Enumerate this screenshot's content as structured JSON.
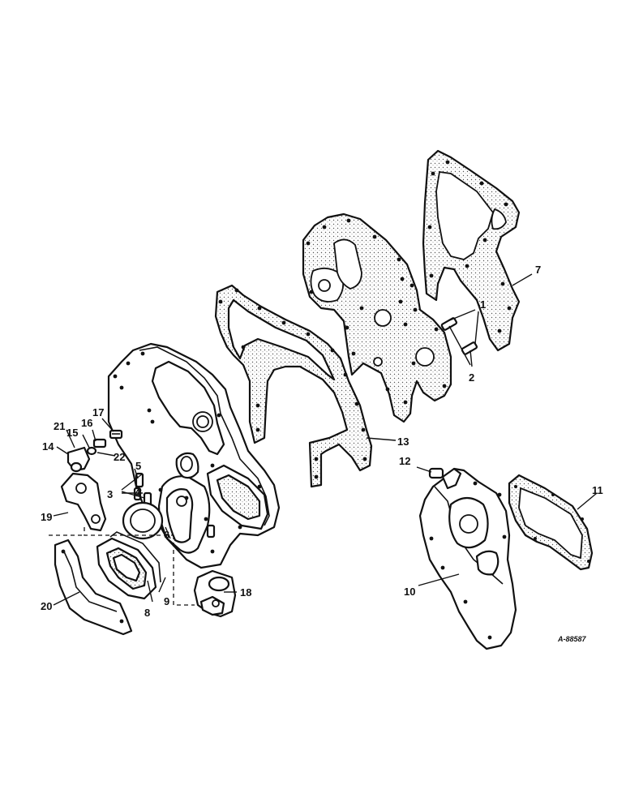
{
  "callouts": {
    "c1": "1",
    "c2": "2",
    "c3": "3",
    "c4": "4",
    "c5": "5",
    "c6": "6",
    "c7": "7",
    "c8": "8",
    "c9": "9",
    "c10": "10",
    "c11": "11",
    "c12": "12",
    "c13": "13",
    "c14": "14",
    "c15": "15",
    "c16": "16",
    "c17": "17",
    "c18": "18",
    "c19": "19",
    "c20": "20",
    "c21": "21",
    "c22": "22"
  },
  "reference": "A-88587",
  "colors": {
    "ink": "#111111",
    "paper": "#ffffff"
  }
}
